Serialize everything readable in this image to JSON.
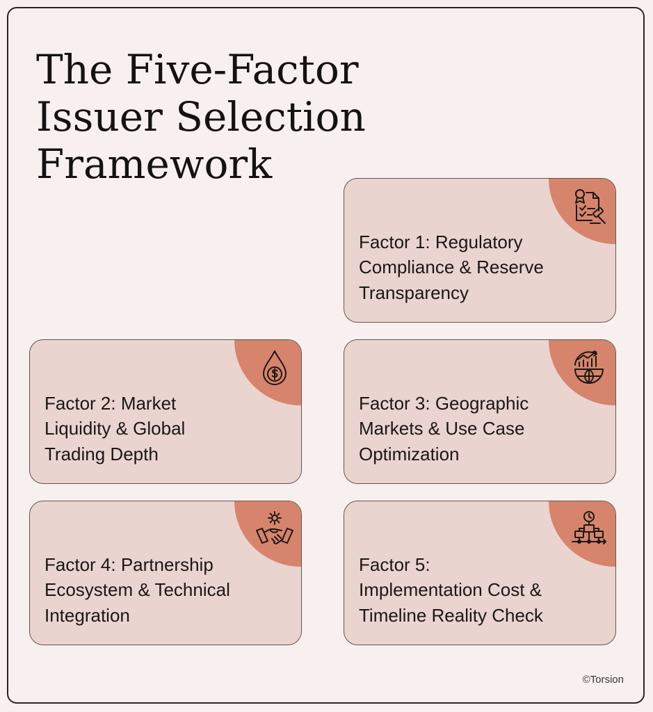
{
  "title": "The Five-Factor Issuer Selection Framework",
  "factors": [
    {
      "label": "Factor 1: Regulatory\nCompliance & Reserve\nTransparency",
      "icon": "compliance-certificate-gavel-icon"
    },
    {
      "label": "Factor 2:  Market\nLiquidity & Global\nTrading Depth",
      "icon": "liquidity-dollar-drop-icon"
    },
    {
      "label": "Factor 3: Geographic\nMarkets & Use Case\nOptimization",
      "icon": "globe-growth-chart-icon"
    },
    {
      "label": "Factor 4: Partnership\nEcosystem & Technical\nIntegration",
      "icon": "handshake-gear-icon"
    },
    {
      "label": "Factor 5:\nImplementation Cost &\nTimeline Reality Check",
      "icon": "clock-workflow-icon"
    }
  ],
  "credit": "©Torsion",
  "colors": {
    "background": "#f7f0ef",
    "card": "#ead4cf",
    "badge": "#d6846c",
    "text": "#141212"
  }
}
